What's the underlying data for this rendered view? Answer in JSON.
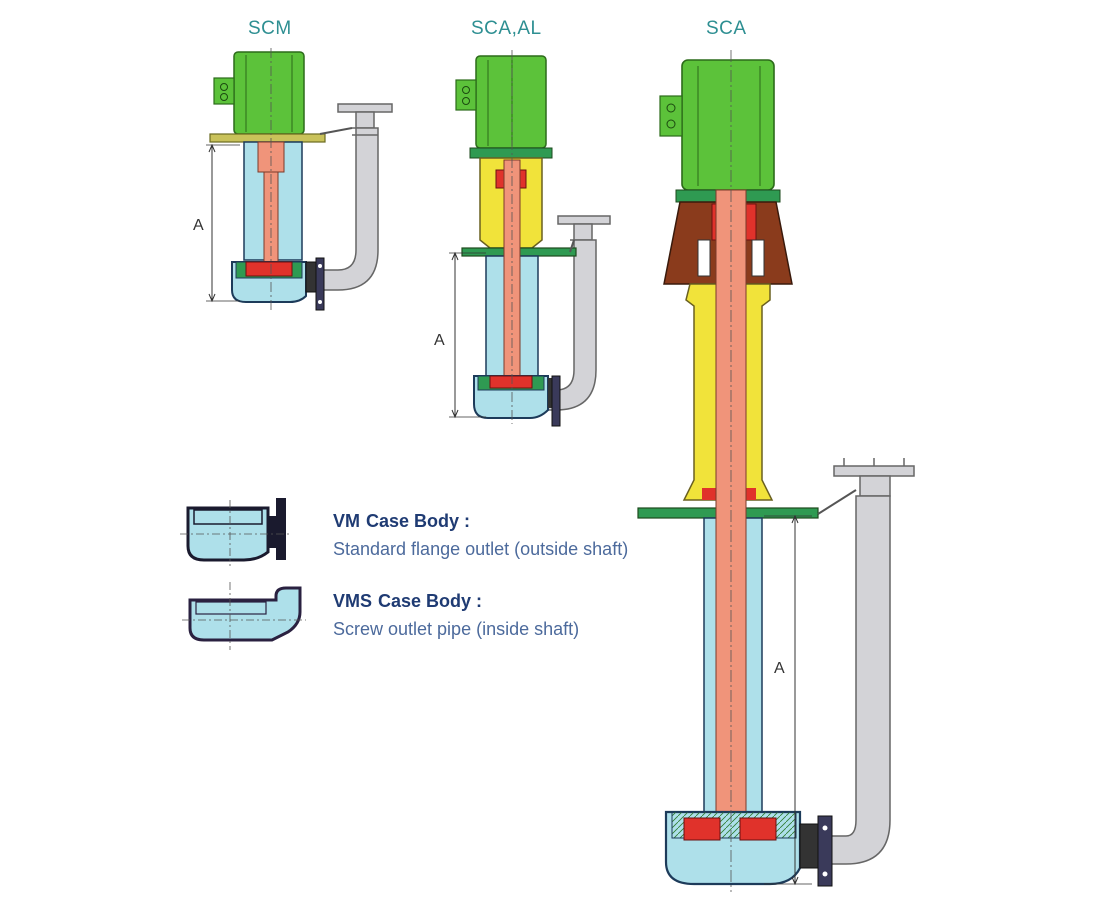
{
  "models": [
    {
      "key": "scm",
      "title": "SCM",
      "dimension_label": "A"
    },
    {
      "key": "sca_al",
      "title": "SCA,AL",
      "dimension_label": "A"
    },
    {
      "key": "sca",
      "title": "SCA",
      "dimension_label": "A"
    }
  ],
  "case_bodies": [
    {
      "code": "VM",
      "title": "Case Body :",
      "description": "Standard flange outlet (outside shaft)"
    },
    {
      "code": "VMS",
      "title": "Case Body :",
      "description": "Screw outlet pipe (inside shaft)"
    }
  ],
  "colors": {
    "title": "#2e8f92",
    "motor": "#5cc23a",
    "bracket": "#f1e33a",
    "column": "#aee0ea",
    "shaft": "#f0947a",
    "impeller": "#e0322b",
    "base_plate": "#2f9a52",
    "pump_head": "#8a3b1c",
    "pipe": "#d3d3d7",
    "case_outline": "#2a2140"
  }
}
